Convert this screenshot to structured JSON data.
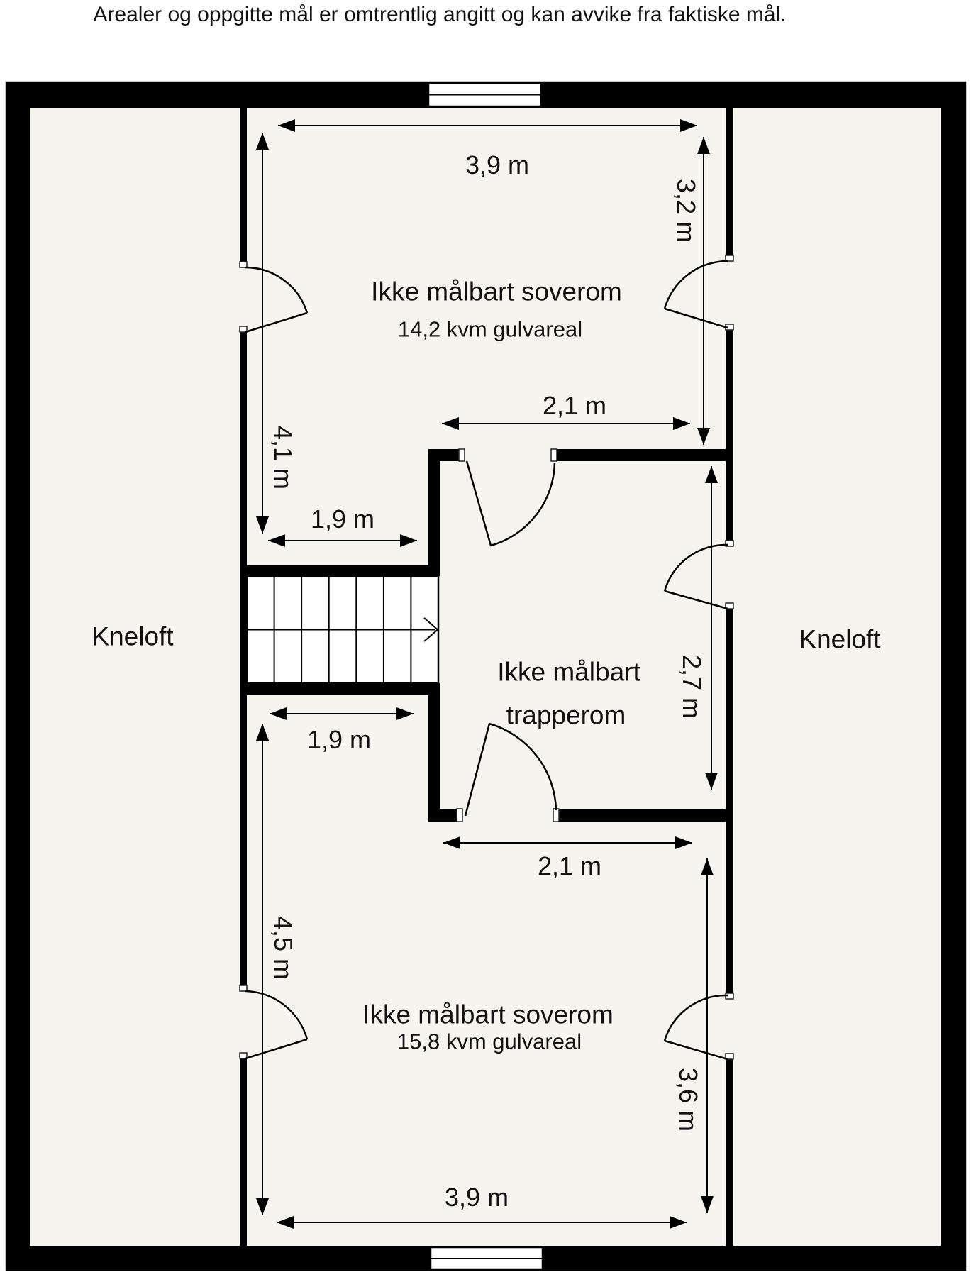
{
  "disclaimer": "Arealer og oppgitte mål er omtrentlig angitt og kan avvike fra faktiske mål.",
  "rooms": {
    "bedroom_top": {
      "name": "Ikke målbart soverom",
      "area": "14,2 kvm gulvareal"
    },
    "stair_room": {
      "name_line1": "Ikke målbart",
      "name_line2": "trapperom"
    },
    "kneloft_left": {
      "name": "Kneloft"
    },
    "kneloft_right": {
      "name": "Kneloft"
    },
    "bedroom_bottom": {
      "name": "Ikke målbart soverom",
      "area": "15,8 kvm gulvareal"
    }
  },
  "dimensions": {
    "top_room_width": "3,9 m",
    "top_room_right_height": "3,2 m",
    "top_room_left_height": "4,1 m",
    "stair_room_top_width": "2,1 m",
    "stair_nook_top_width": "1,9 m",
    "stair_room_height": "2,7 m",
    "stair_nook_bottom_width": "1,9 m",
    "bottom_room_left_height": "4,5 m",
    "stair_room_bottom_width": "2,1 m",
    "bottom_room_right_height": "3,6 m",
    "bottom_room_width": "3,9 m"
  },
  "colors": {
    "wall": "#000000",
    "floor": "#f5f4ee",
    "text": "#111111",
    "bg": "#ffffff"
  }
}
